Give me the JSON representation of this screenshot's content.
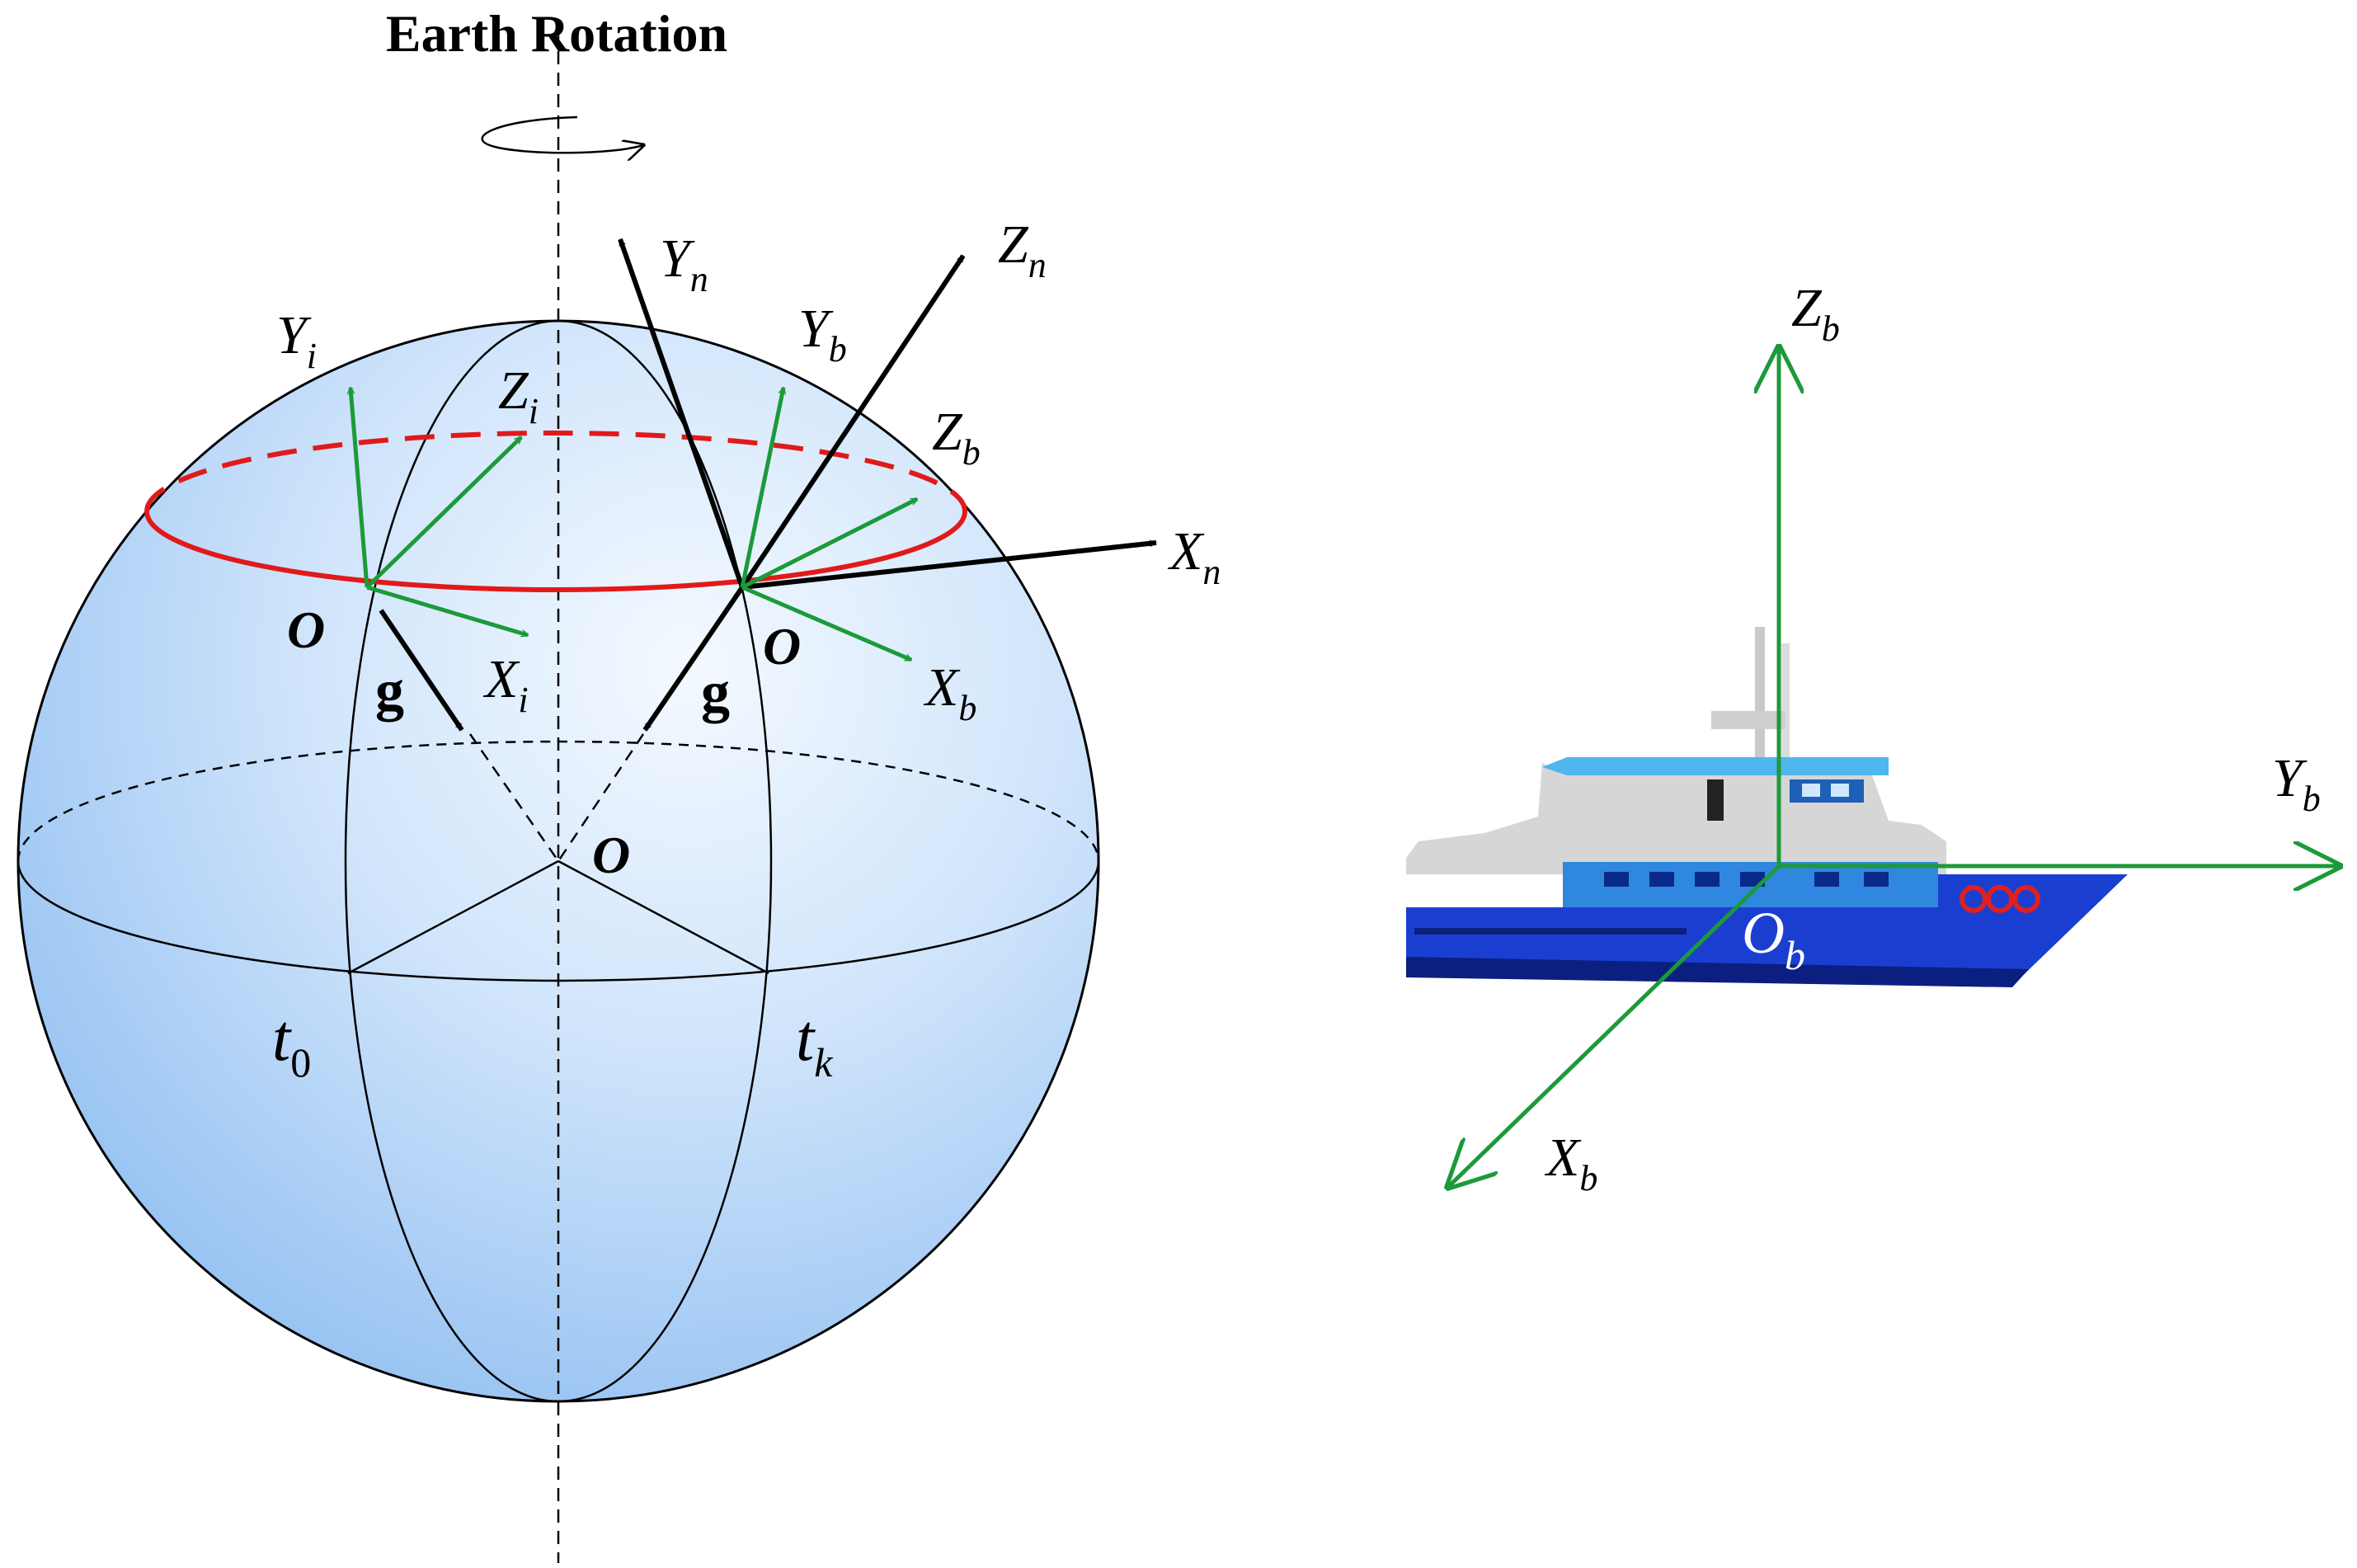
{
  "title": "Earth Rotation",
  "colors": {
    "globe_light": "#eef6ff",
    "globe_dark": "#8fbff2",
    "green_axis": "#1c9a3a",
    "black_axis": "#000000",
    "latitude_circle": "#e01a1a",
    "ship_hull": "#1a3fd0",
    "ship_cabin": "#3a8ee6",
    "ship_upper": "#d9d9d9"
  },
  "earth": {
    "center_label": "O",
    "t0": {
      "base": "t",
      "sub": "0"
    },
    "tk": {
      "base": "t",
      "sub": "k"
    },
    "inertial_frame": {
      "origin": "O",
      "gravity": "g",
      "X": {
        "base": "X",
        "sub": "i"
      },
      "Y": {
        "base": "Y",
        "sub": "i"
      },
      "Z": {
        "base": "Z",
        "sub": "i"
      }
    },
    "moving_frame": {
      "origin": "O",
      "gravity": "g",
      "Xn": {
        "base": "X",
        "sub": "n"
      },
      "Yn": {
        "base": "Y",
        "sub": "n"
      },
      "Zn": {
        "base": "Z",
        "sub": "n"
      },
      "Xb": {
        "base": "X",
        "sub": "b"
      },
      "Yb": {
        "base": "Y",
        "sub": "b"
      },
      "Zb": {
        "base": "Z",
        "sub": "b"
      }
    }
  },
  "ship_frame": {
    "origin": {
      "base": "O",
      "sub": "b"
    },
    "X": {
      "base": "X",
      "sub": "b"
    },
    "Y": {
      "base": "Y",
      "sub": "b"
    },
    "Z": {
      "base": "Z",
      "sub": "b"
    }
  }
}
